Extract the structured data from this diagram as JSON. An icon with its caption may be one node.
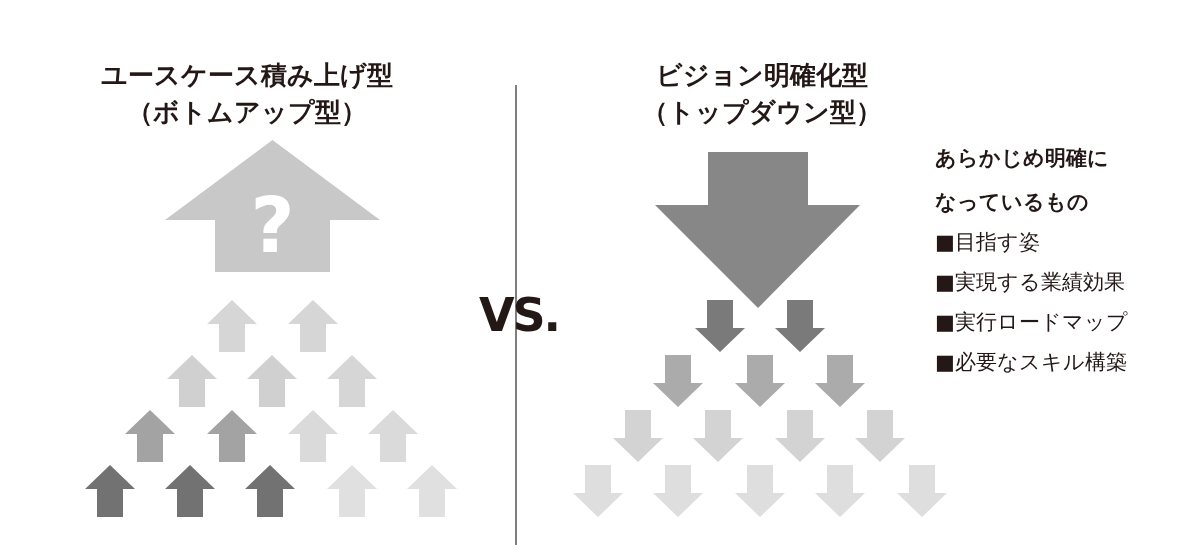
{
  "diagram": {
    "nodes": [
      {
        "text": [
          "?"
        ]
      }
    ],
    "labels": [
      "ユースケース積み上げ型",
      "（ボトムアップ型）",
      "ビジョン明確化型",
      "（トップダウン型）",
      "VS.",
      "あらかじめ明確になっているもの",
      "■目指す姿",
      "■実現する業績効果",
      "■実行ロードマップ",
      "■必要なスキル構築"
    ]
  }
}
